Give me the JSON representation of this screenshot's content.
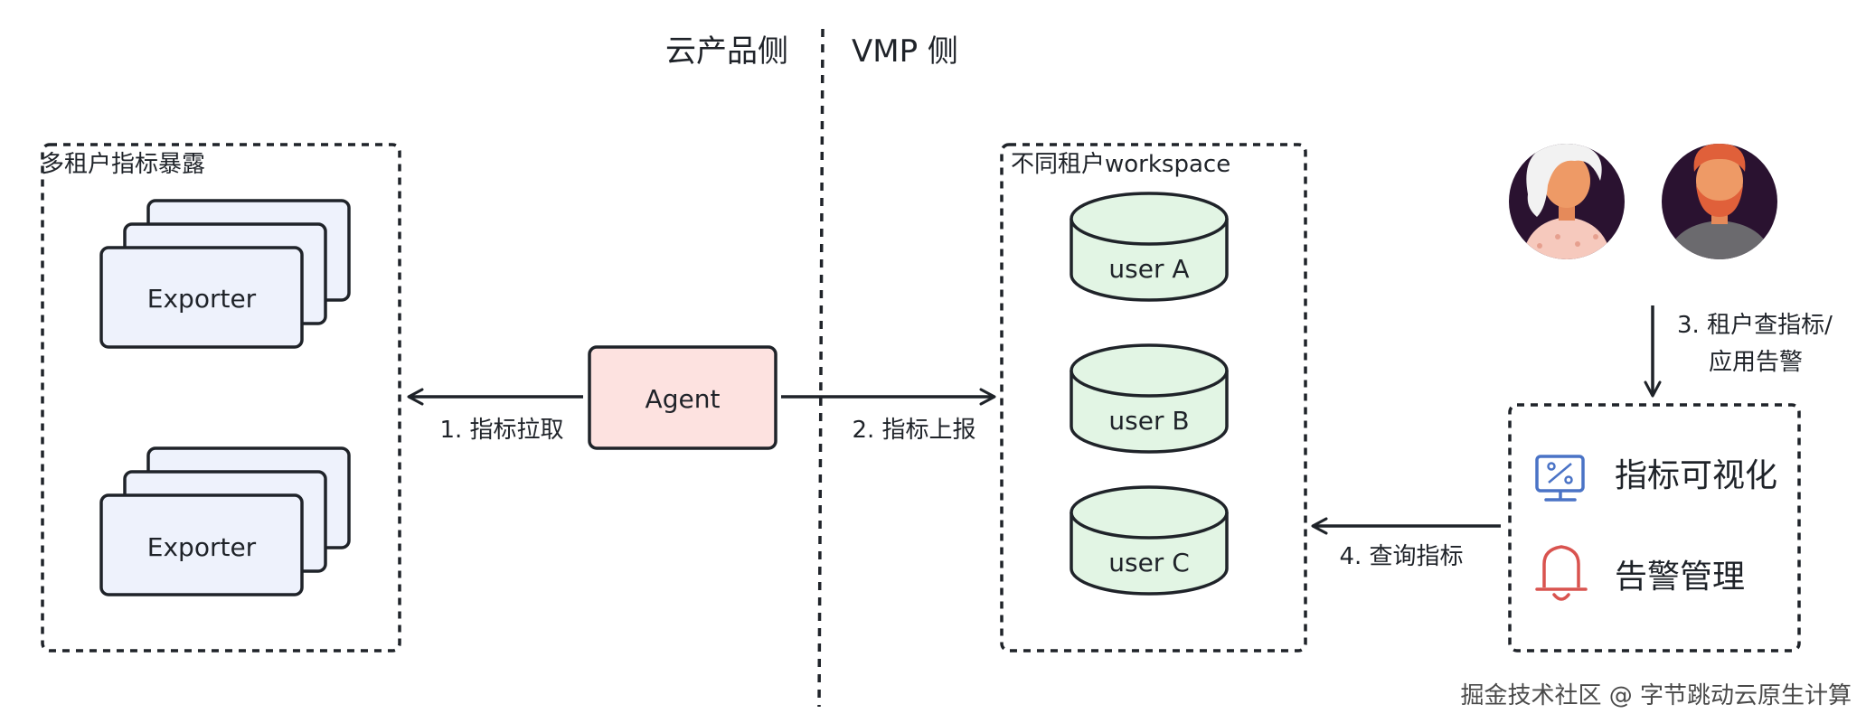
{
  "header": {
    "left_side": "云产品侧",
    "right_side": "VMP 侧"
  },
  "left_group": {
    "title": "多租户指标暴露",
    "exporters": [
      "Exporter",
      "Exporter"
    ]
  },
  "agent": {
    "label": "Agent"
  },
  "edges": {
    "pull": "1. 指标拉取",
    "report": "2. 指标上报",
    "tenant_query_line1": "3. 租户查指标/",
    "tenant_query_line2": "应用告警",
    "query": "4. 查询指标"
  },
  "workspace_group": {
    "title": "不同租户workspace",
    "users": [
      "user A",
      "user B",
      "user C"
    ]
  },
  "services": {
    "visualization": "指标可视化",
    "alerting": "告警管理"
  },
  "watermark": "掘金技术社区 @ 字节跳动云原生计算",
  "colors": {
    "exporter_fill": "#eef2fc",
    "agent_fill": "#fde2e0",
    "cylinder_fill": "#e2f5e4",
    "chart_icon": "#4a73c6",
    "bell_icon": "#d9534f",
    "avatar_bg": "#2a1230",
    "stroke": "#1f2329"
  },
  "icons": [
    "woman-avatar-icon",
    "man-avatar-icon",
    "dashboard-chart-icon",
    "bell-icon"
  ]
}
